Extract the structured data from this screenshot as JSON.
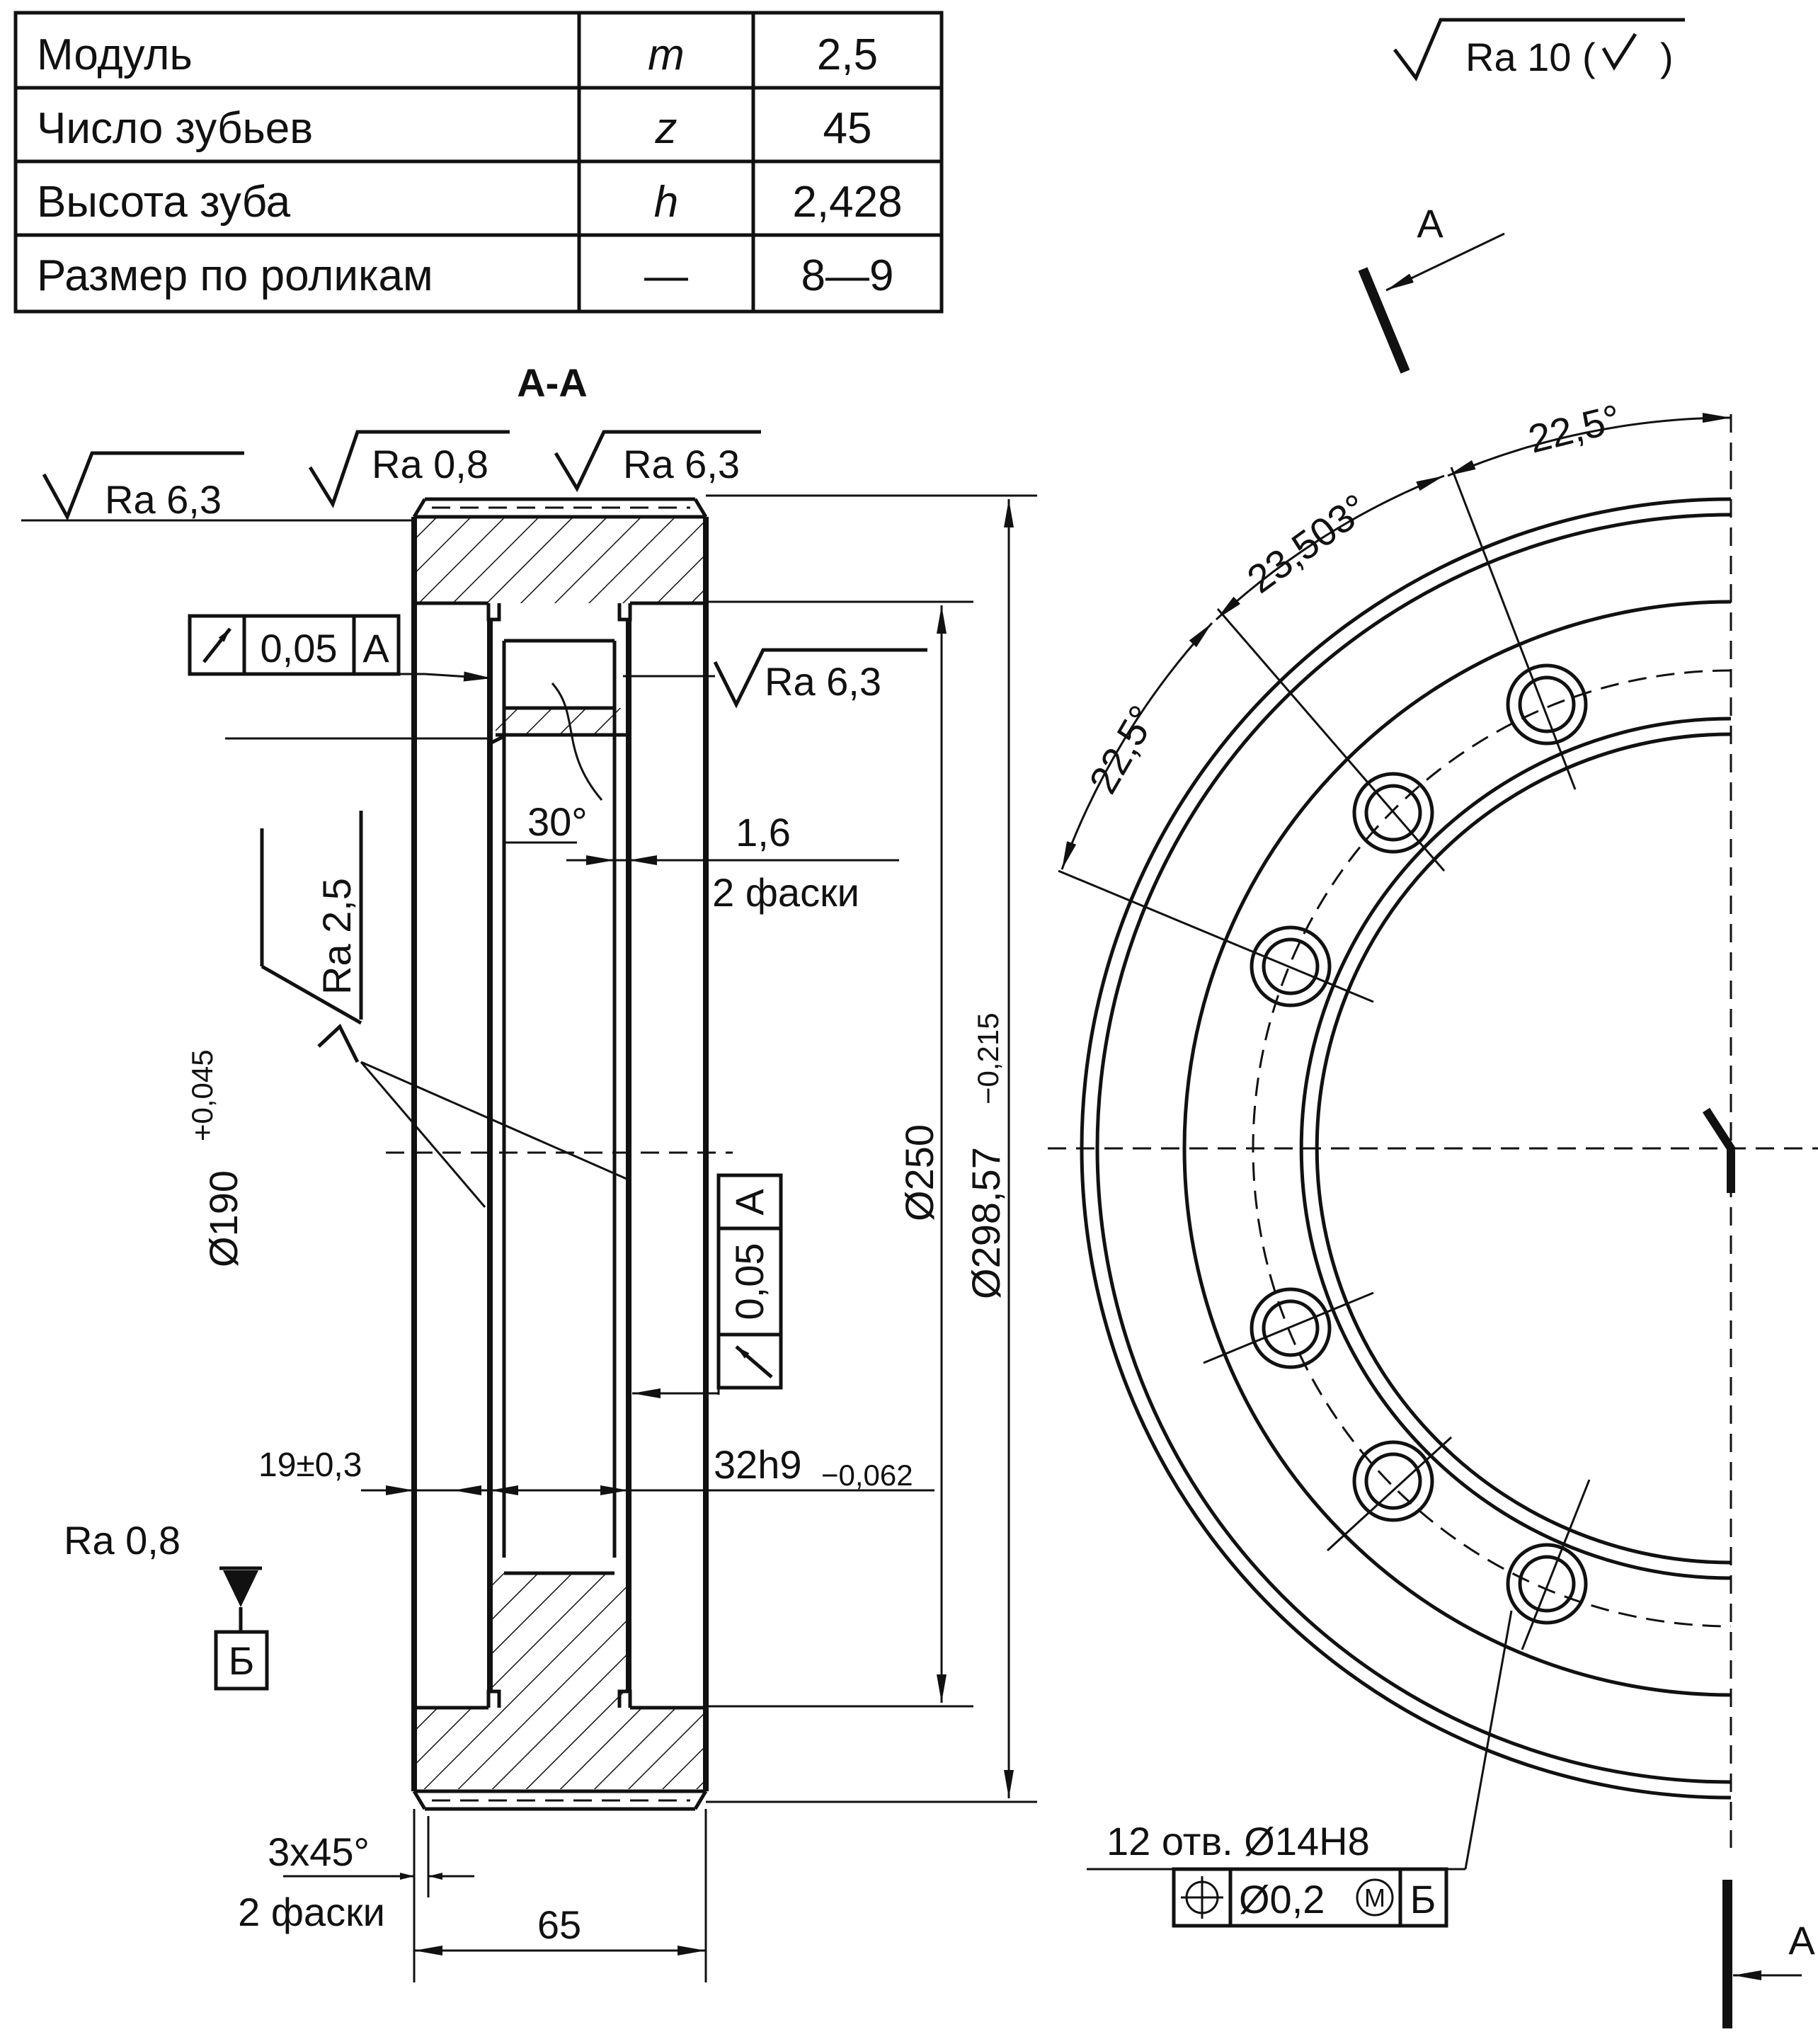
{
  "params_table": {
    "rows": [
      {
        "name": "Модуль",
        "symbol": "m",
        "value": "2,5"
      },
      {
        "name": "Число зубьев",
        "symbol": "z",
        "value": "45"
      },
      {
        "name": "Высота зуба",
        "symbol": "h",
        "value": "2,428"
      },
      {
        "name": "Размер по роликам",
        "symbol": "—",
        "value": "8—9"
      }
    ]
  },
  "general_roughness": "Ra 10 (",
  "general_roughness_close": ")",
  "section": {
    "title": "А-А",
    "roughness": {
      "left": "Ra 6,3",
      "top_mid": "Ra 0,8",
      "top_right": "Ra 6,3",
      "hub": "Ra 6,3",
      "bore": "Ra 2,5",
      "datum_b": "Ra 0,8"
    },
    "runout_top": {
      "value": "0,05",
      "datum": "А"
    },
    "runout_right": {
      "value": "0,05",
      "datum": "А"
    },
    "datum_b_label": "Б",
    "angle_30": "30°",
    "chamfer_inner": {
      "size": "1,6",
      "note": "2 фаски"
    },
    "chamfer_outer": {
      "size": "3x45°",
      "note": "2 фаски"
    },
    "dims": {
      "bore_dia": "Ø190",
      "bore_tol": "+0,045",
      "hub_dia": "Ø250",
      "outer_dia": "Ø298,57",
      "outer_tol": "−0,215",
      "hub_offset": "19±0,3",
      "hub_width": "32h9",
      "hub_width_tol": "−0,062",
      "width": "65"
    }
  },
  "end_view": {
    "section_mark": "А",
    "angles": {
      "first": "22,5°",
      "second": "23,503°",
      "third": "22,5°"
    },
    "holes_note": "12 отв.  Ø14H8",
    "position_tol": {
      "value": "Ø0,2",
      "modifier": "M",
      "datum": "Б"
    }
  }
}
